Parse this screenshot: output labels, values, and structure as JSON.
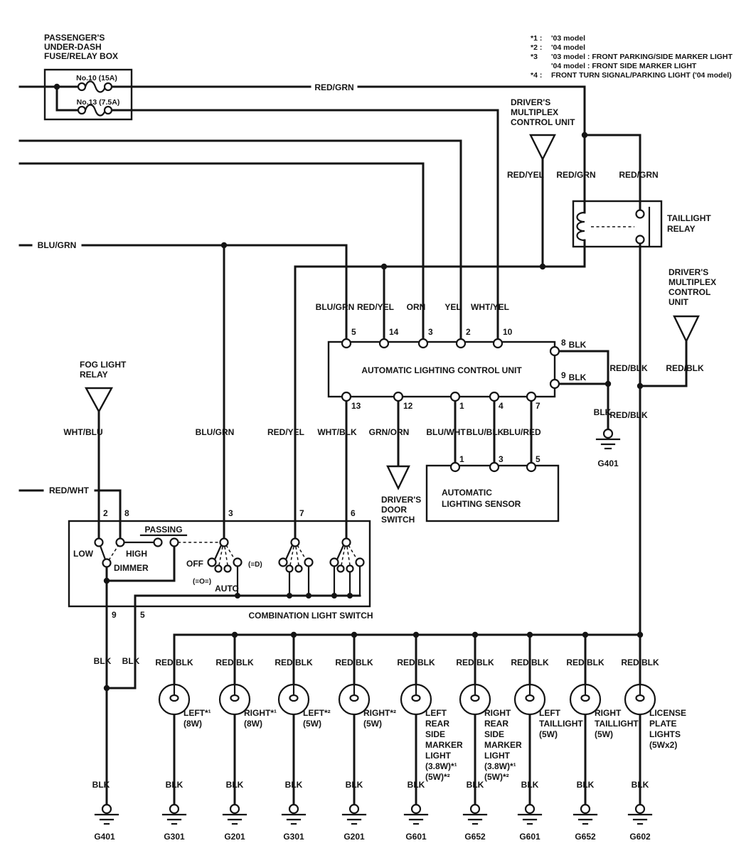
{
  "fuse_box": {
    "title_lines": [
      "PASSENGER'S",
      "UNDER-DASH",
      "FUSE/RELAY BOX"
    ],
    "fuse1": "No.10 (15A)",
    "fuse2": "No.13 (7.5A)"
  },
  "notes": [
    {
      "m": "*1 :",
      "t": "'03 model"
    },
    {
      "m": "*2 :",
      "t": "'04 model"
    },
    {
      "m": "*3",
      "t": "'03 model : FRONT PARKING/SIDE MARKER LIGHT"
    },
    {
      "m": "",
      "t": "'04 model : FRONT SIDE MARKER LIGHT"
    },
    {
      "m": "*4 :",
      "t": "FRONT TURN SIGNAL/PARKING LIGHT ('04 model)"
    }
  ],
  "multiplex_top": {
    "lines": [
      "DRIVER'S",
      "MULTIPLEX",
      "CONTROL UNIT"
    ]
  },
  "multiplex_right": {
    "lines": [
      "DRIVER'S",
      "MULTIPLEX",
      "CONTROL",
      "UNIT"
    ]
  },
  "taillight_relay": {
    "lines": [
      "TAILLIGHT",
      "RELAY"
    ]
  },
  "fog_relay": {
    "lines": [
      "FOG LIGHT",
      "RELAY"
    ]
  },
  "door_switch": {
    "lines": [
      "DRIVER'S",
      "DOOR",
      "SWITCH"
    ]
  },
  "sensor": {
    "lines": [
      "AUTOMATIC",
      "LIGHTING SENSOR"
    ],
    "pins": [
      "1",
      "3",
      "5"
    ]
  },
  "control_unit": {
    "title": "AUTOMATIC LIGHTING CONTROL UNIT",
    "pins_top": [
      "5",
      "14",
      "3",
      "2",
      "10"
    ],
    "pins_right": [
      "8",
      "9"
    ],
    "pins_bottom": [
      "13",
      "12",
      "1",
      "4",
      "7"
    ]
  },
  "comb_switch": {
    "label": "COMBINATION LIGHT SWITCH",
    "passing": "PASSING",
    "low": "LOW",
    "high": "HIGH",
    "dimmer": "DIMMER",
    "off": "OFF",
    "auto": "AUTO",
    "parking_icon": "(≡O≡)",
    "headlight_icon": "(≡D)",
    "pins_top": [
      "2",
      "8",
      "3",
      "7",
      "6"
    ],
    "pins_bottom": [
      "9",
      "5"
    ]
  },
  "wire_labels": {
    "red_grn": "RED/GRN",
    "red_yel": "RED/YEL",
    "blu_grn": "BLU/GRN",
    "orn": "ORN",
    "yel": "YEL",
    "wht_yel": "WHT/YEL",
    "blk": "BLK",
    "red_blk": "RED/BLK",
    "wht_blu": "WHT/BLU",
    "wht_blk": "WHT/BLK",
    "grn_orn": "GRN/ORN",
    "blu_wht": "BLU/WHT",
    "blu_blk": "BLU/BLK",
    "blu_red": "BLU/RED",
    "red_wht": "RED/WHT"
  },
  "grounds": {
    "g401": "G401"
  },
  "lamps": [
    {
      "lines": [
        "LEFT*¹",
        "(8W)"
      ],
      "gnd": "G301"
    },
    {
      "lines": [
        "RIGHT*¹",
        "(8W)"
      ],
      "gnd": "G201"
    },
    {
      "lines": [
        "LEFT*²",
        "(5W)"
      ],
      "gnd": "G301"
    },
    {
      "lines": [
        "RIGHT*²",
        "(5W)"
      ],
      "gnd": "G201"
    },
    {
      "lines": [
        "LEFT",
        "REAR",
        "SIDE",
        "MARKER",
        "LIGHT",
        "(3.8W)*¹",
        "(5W)*²"
      ],
      "gnd": "G601"
    },
    {
      "lines": [
        "RIGHT",
        "REAR",
        "SIDE",
        "MARKER",
        "LIGHT",
        "(3.8W)*¹",
        "(5W)*²"
      ],
      "gnd": "G652"
    },
    {
      "lines": [
        "LEFT",
        "TAILLIGHT",
        "(5W)"
      ],
      "gnd": "G601"
    },
    {
      "lines": [
        "RIGHT",
        "TAILLIGHT",
        "(5W)"
      ],
      "gnd": "G652"
    },
    {
      "lines": [
        "LICENSE",
        "PLATE",
        "LIGHTS",
        "(5Wx2)"
      ],
      "gnd": "G602"
    }
  ]
}
